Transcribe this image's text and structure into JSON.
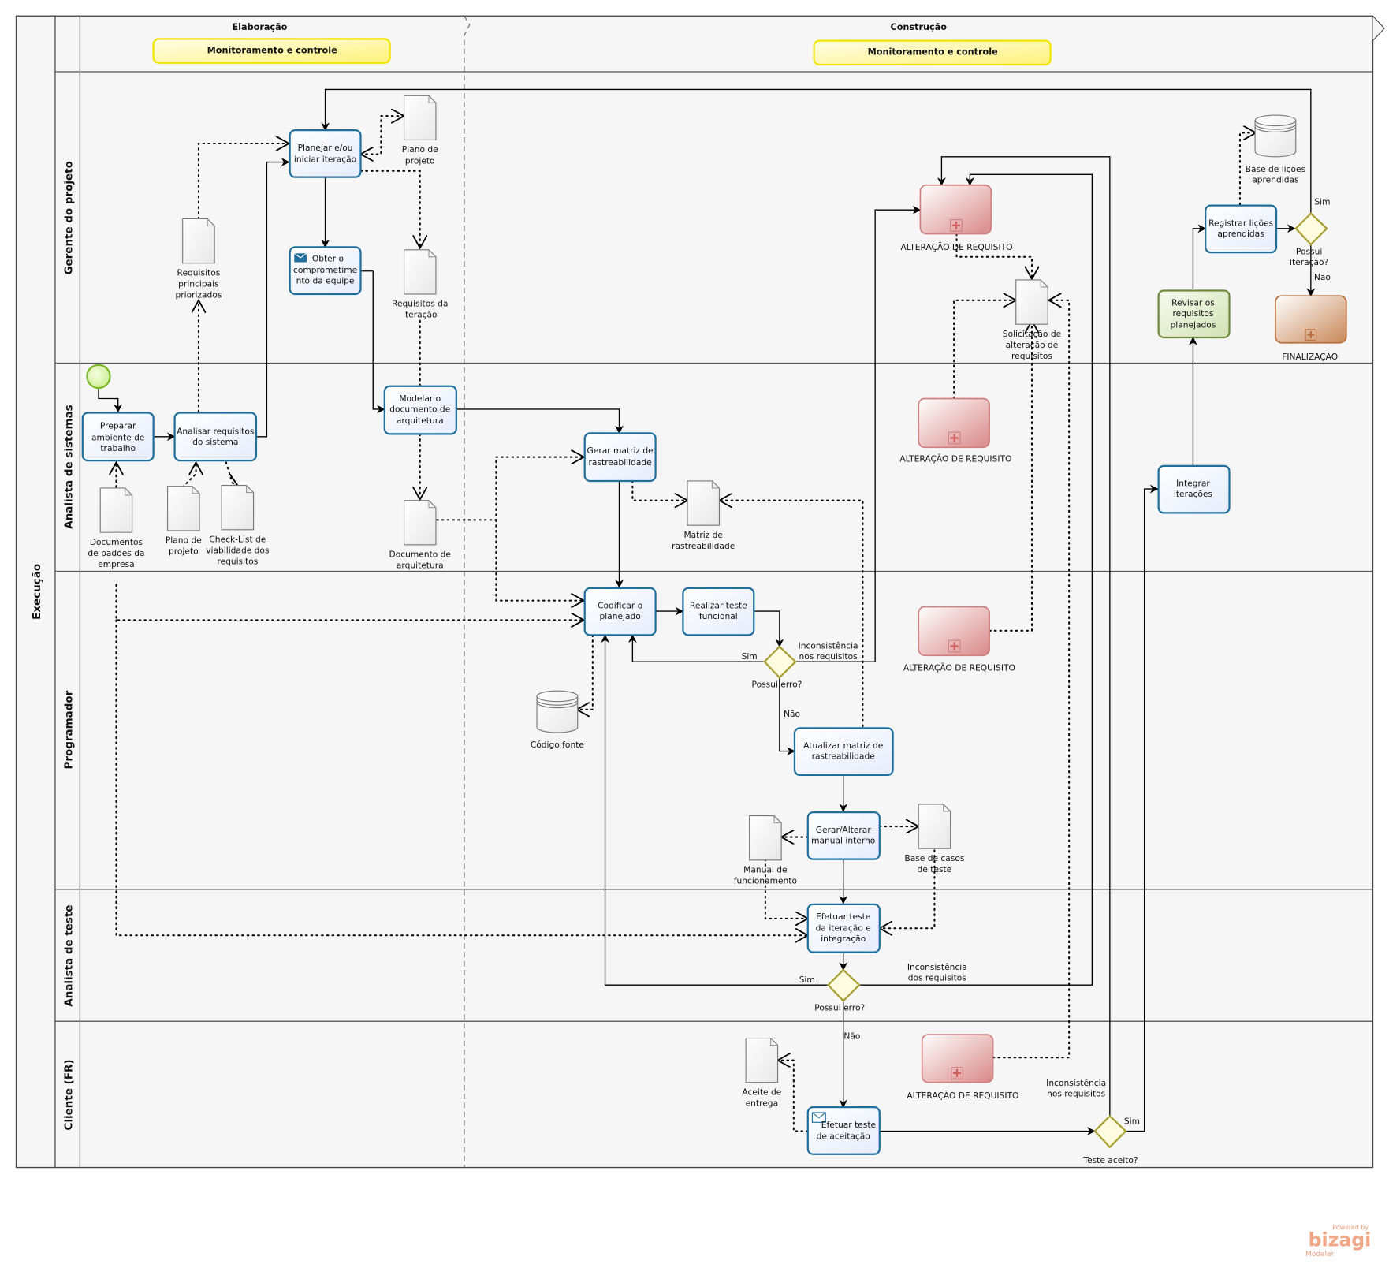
{
  "pool": {
    "label": "Execução"
  },
  "phases": [
    {
      "label": "Elaboração",
      "milestone": "Monitoramento e controle"
    },
    {
      "label": "Construção",
      "milestone": "Monitoramento e controle"
    }
  ],
  "lanes": [
    {
      "label": "Gerente do projeto"
    },
    {
      "label": "Analista de sistemas"
    },
    {
      "label": "Programador"
    },
    {
      "label": "Analista de teste"
    },
    {
      "label": "Cliente (FR)"
    }
  ],
  "tasks": {
    "planejar": [
      "Planejar e/ou",
      "iniciar iteração"
    ],
    "obter": [
      "Obter o",
      "comprometime",
      "nto da equipe"
    ],
    "preparar": [
      "Preparar",
      "ambiente de",
      "trabalho"
    ],
    "analisar": [
      "Analisar requisitos",
      "do sistema"
    ],
    "modelar": [
      "Modelar o",
      "documento de",
      "arquitetura"
    ],
    "gerar_matriz": [
      "Gerar matriz de",
      "rastreabilidade"
    ],
    "codificar": [
      "Codificar o",
      "planejado"
    ],
    "realizar_teste": [
      "Realizar teste",
      "funcional"
    ],
    "atualizar_matriz": [
      "Atualizar matriz de",
      "rastreabilidade"
    ],
    "gerar_manual": [
      "Gerar/Alterar",
      "manual interno"
    ],
    "efetuar_iteracao": [
      "Efetuar teste",
      "da iteração e",
      "integração"
    ],
    "efetuar_aceitacao": [
      "Efetuar teste",
      "de aceitação"
    ],
    "integrar": [
      "Integrar",
      "iterações"
    ],
    "revisar": [
      "Revisar os",
      "requisitos",
      "planejados"
    ],
    "registrar": [
      "Registrar lições",
      "aprendidas"
    ]
  },
  "subprocesses": {
    "alteracao1": "ALTERAÇÃO DE REQUISITO",
    "alteracao2": "ALTERAÇÃO DE REQUISITO",
    "alteracao3": "ALTERAÇÃO DE REQUISITO",
    "alteracao4": "ALTERAÇÃO DE REQUISITO",
    "finalizacao": "FINALIZAÇÃO"
  },
  "artifacts": {
    "plano_projeto_top": [
      "Plano de",
      "projeto"
    ],
    "req_principais": [
      "Requisitos",
      "principais",
      "priorizados"
    ],
    "req_iteracao": [
      "Requisitos da",
      "iteração"
    ],
    "doc_padroes": [
      "Documentos",
      "de padões da",
      "empresa"
    ],
    "plano_projeto": [
      "Plano de",
      "projeto"
    ],
    "checklist": [
      "Check-List de",
      "viabilidade dos",
      "requisitos"
    ],
    "doc_arquitetura": [
      "Documento de",
      "arquitetura"
    ],
    "matriz": [
      "Matriz de",
      "rastreabilidade"
    ],
    "solicitacao": [
      "Solicitação de",
      "alteração de",
      "requisitos"
    ],
    "codigo_fonte": [
      "Código fonte"
    ],
    "manual_func": [
      "Manual de",
      "funcionamento"
    ],
    "base_casos": [
      "Base de casos",
      "de teste"
    ],
    "aceite": [
      "Aceite de",
      "entrega"
    ],
    "base_licoes": [
      "Base de lições",
      "aprendidas"
    ]
  },
  "gateways": {
    "erro1": {
      "label": "Possui erro?",
      "yes": "Sim",
      "no": "Não",
      "other": [
        "Inconsistência",
        "nos requisitos"
      ]
    },
    "erro2": {
      "label": "Possui erro?",
      "yes": "Sim",
      "no": "Não",
      "other": [
        "Inconsistência",
        "dos requisitos"
      ]
    },
    "aceito": {
      "label": "Teste aceito?",
      "yes": "Sim",
      "other": [
        "Inconsistência",
        "nos requisitos"
      ]
    },
    "iteracao": {
      "label": [
        "Possui",
        "iteração?"
      ],
      "yes": "Sim",
      "no": "Não"
    }
  },
  "watermark": {
    "powered": "Powered by",
    "brand": "bizagi",
    "product": "Modeler",
    "color": "#f0a080"
  }
}
